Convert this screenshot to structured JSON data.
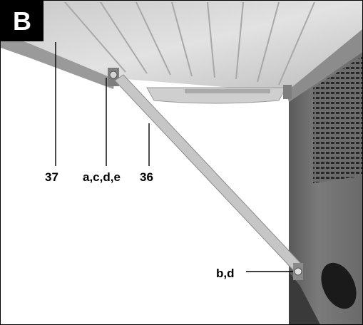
{
  "figure": {
    "badge": "B",
    "callouts": {
      "ref_37": "37",
      "ref_acde": "a,c,d,e",
      "ref_36": "36",
      "ref_bd": "b,d"
    }
  },
  "colors": {
    "panel_light": "#d8d8d8",
    "panel_dark": "#8a8a8a",
    "cabinet": "#6e6e6e",
    "brace": "#c4c4c4",
    "label": "#000000",
    "badge_bg": "#000000",
    "badge_text": "#ffffff"
  }
}
